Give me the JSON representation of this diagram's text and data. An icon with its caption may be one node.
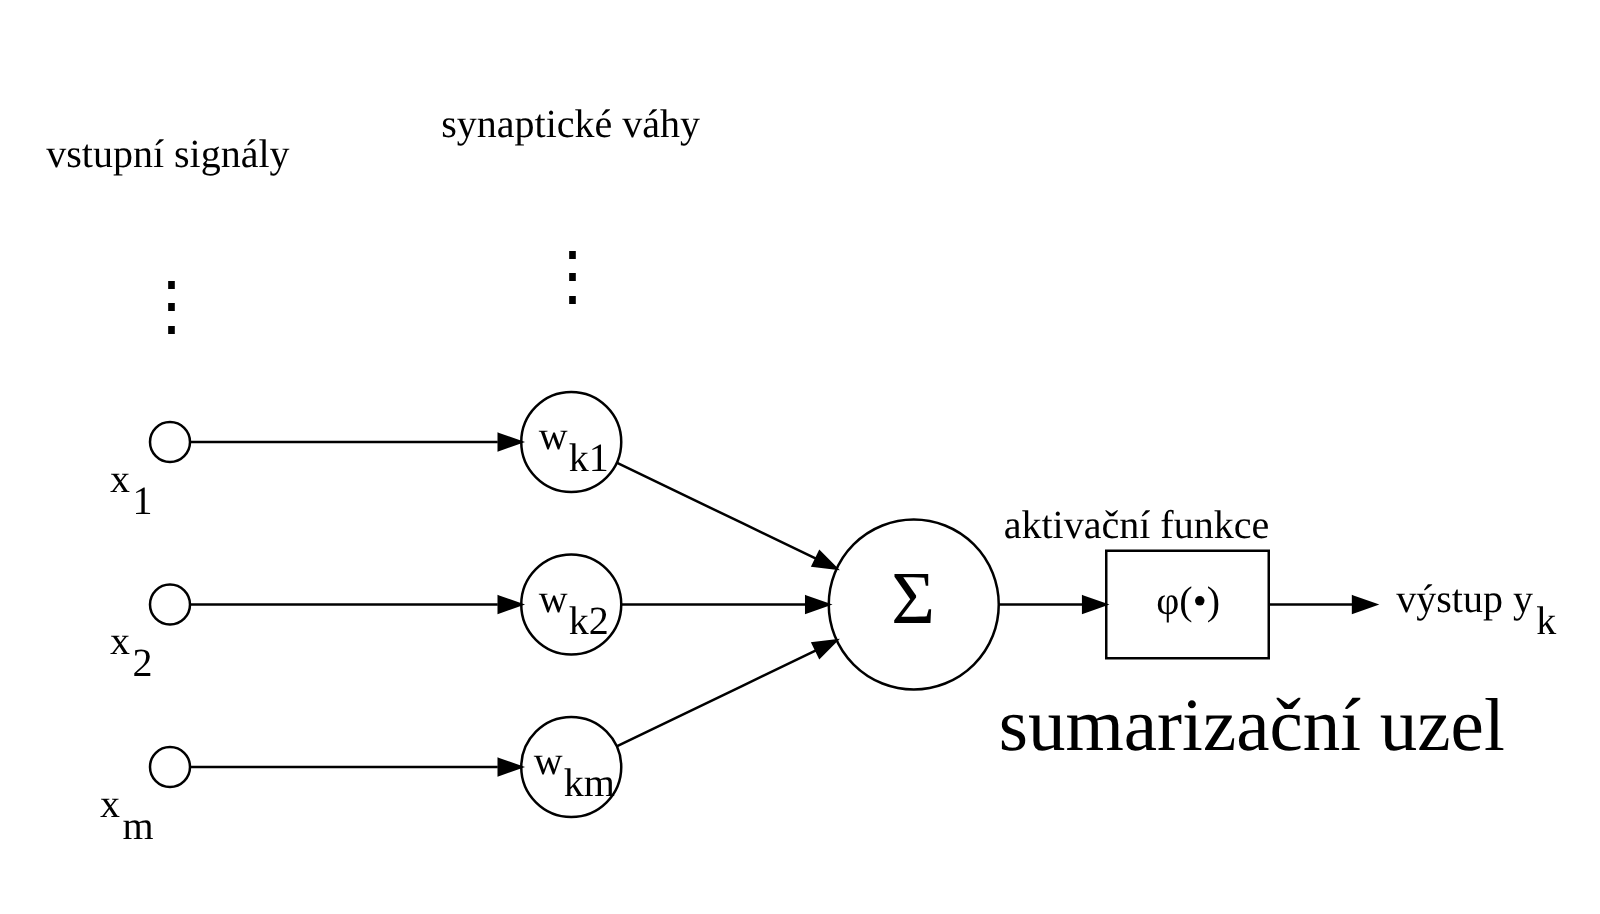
{
  "diagram": {
    "nodes": [
      {
        "text": [],
        "shape": "circle",
        "beside": [
          "x$_{1}$"
        ]
      },
      {
        "text": [],
        "shape": "circle",
        "beside": [
          "x$_{2}$"
        ]
      },
      {
        "text": [],
        "shape": "circle",
        "beside": [
          "x$_{m}$"
        ]
      },
      {
        "text": [
          "w$_{k1}$"
        ]
      },
      {
        "text": [
          "w$_{k2}$"
        ]
      },
      {
        "text": [
          "w$_{km}$"
        ]
      },
      {
        "text": [
          "Σ"
        ],
        "beside": [
          "sumarizační uzel"
        ]
      },
      {
        "text": [
          "φ(•)"
        ],
        "beside": [
          "aktivační funkce"
        ]
      },
      {
        "text": [
          "výstup y$_{k}$"
        ]
      }
    ],
    "edges": [
      {
        "from": 0,
        "to": 3,
        "arrow": "to"
      },
      {
        "from": 1,
        "to": 4,
        "arrow": "to"
      },
      {
        "from": 2,
        "to": 5,
        "arrow": "to"
      },
      {
        "from": 3,
        "to": 6,
        "arrow": "to"
      },
      {
        "from": 4,
        "to": 6,
        "arrow": "to"
      },
      {
        "from": 5,
        "to": 6,
        "arrow": "to"
      },
      {
        "from": 6,
        "to": 7,
        "arrow": "to"
      },
      {
        "from": 7,
        "to": 8,
        "arrow": "to"
      }
    ],
    "labels": [
      "⋮",
      "⋮",
      "vstupní signály",
      "synaptické váhy"
    ]
  }
}
